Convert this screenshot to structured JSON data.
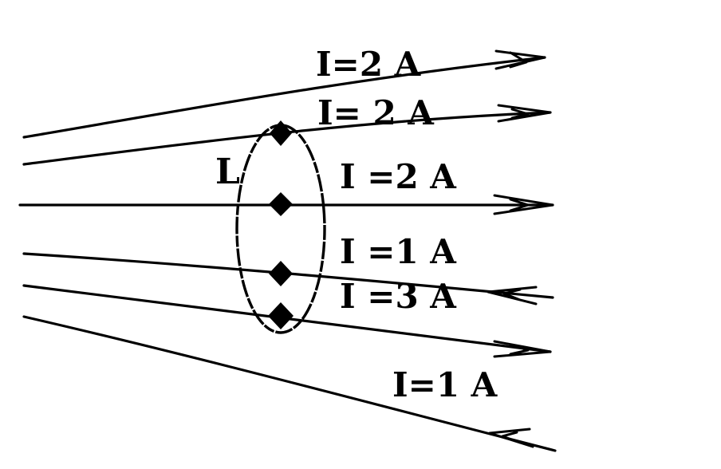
{
  "diagram": {
    "loop_label": "L",
    "currents": [
      {
        "label": "I=2 A",
        "direction": "right",
        "through_loop": false
      },
      {
        "label": "I= 2 A",
        "direction": "right",
        "through_loop": true
      },
      {
        "label": "I =2 A",
        "direction": "right",
        "through_loop": true
      },
      {
        "label": "I =1 A",
        "direction": "left",
        "through_loop": true
      },
      {
        "label": "I =3 A",
        "direction": "right",
        "through_loop": true
      },
      {
        "label": "I=1 A",
        "direction": "left",
        "through_loop": false
      }
    ]
  }
}
